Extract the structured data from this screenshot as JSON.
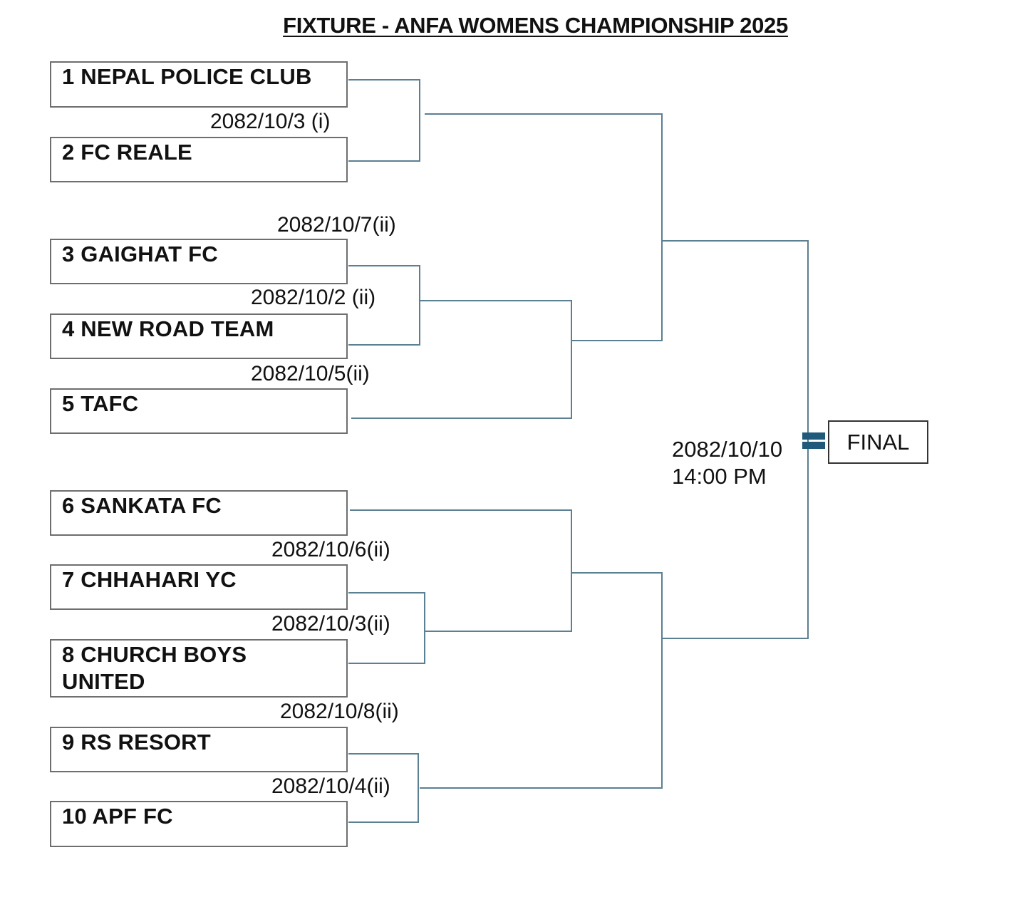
{
  "title": "FIXTURE - ANFA WOMENS CHAMPIONSHIP 2025",
  "teams": [
    {
      "seed": "1",
      "name": "1 NEPAL POLICE CLUB"
    },
    {
      "seed": "2",
      "name": "2 FC REALE"
    },
    {
      "seed": "3",
      "name": "3 GAIGHAT FC"
    },
    {
      "seed": "4",
      "name": "4 NEW ROAD TEAM"
    },
    {
      "seed": "5",
      "name": "5 TAFC"
    },
    {
      "seed": "6",
      "name": "6 SANKATA FC"
    },
    {
      "seed": "7",
      "name": "7 CHHAHARI YC"
    },
    {
      "seed": "8",
      "name": "8 CHURCH BOYS UNITED",
      "line1": "8 CHURCH BOYS",
      "line2": "UNITED"
    },
    {
      "seed": "9",
      "name": "9 RS RESORT"
    },
    {
      "seed": "10",
      "name": "10 APF FC"
    }
  ],
  "match_dates": {
    "m1_vs_2": "2082/10/3 (i)",
    "semi_top": "2082/10/7(ii)",
    "m3_vs_4": "2082/10/2 (ii)",
    "qf_5": "2082/10/5(ii)",
    "qf_6": "2082/10/6(ii)",
    "m7_vs_8": "2082/10/3(ii)",
    "semi_bottom": "2082/10/8(ii)",
    "m9_vs_10": "2082/10/4(ii)"
  },
  "final": {
    "label": "FINAL",
    "date": "2082/10/10",
    "time": "14:00 PM"
  },
  "colors": {
    "bracket_line": "#5b7f93",
    "box_border": "#6e6e6e",
    "final_marker": "#1f5a7a"
  }
}
